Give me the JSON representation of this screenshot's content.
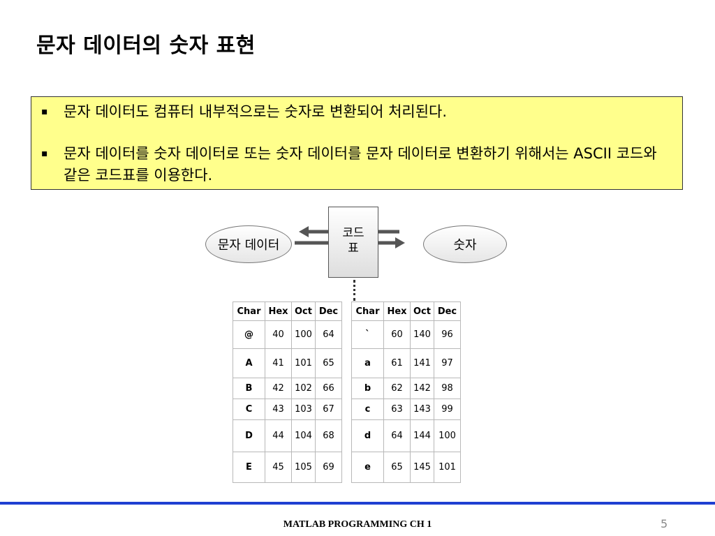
{
  "slide": {
    "title": "문자 데이터의 숫자 표현",
    "bullets": [
      "문자 데이터도 컴퓨터 내부적으로는 숫자로 변환되어 처리된다.",
      "문자 데이터를 숫자 데이터로 또는 숫자 데이터를 문자 데이터로 변환하기 위해서는 ASCII 코드와 같은 코드표를 이용한다."
    ],
    "bullet_mark": "▪"
  },
  "diagram": {
    "left_label": "문자 데이터",
    "center_line1": "코드",
    "center_line2": "표",
    "right_label": "숫자"
  },
  "ascii_table": {
    "headers": [
      "Char",
      "Hex",
      "Oct",
      "Dec"
    ],
    "rows": [
      {
        "left": [
          "@",
          "40",
          "100",
          "64"
        ],
        "right": [
          "`",
          "60",
          "140",
          "96"
        ]
      },
      {
        "left": [
          "A",
          "41",
          "101",
          "65"
        ],
        "right": [
          "a",
          "61",
          "141",
          "97"
        ]
      },
      {
        "left": [
          "B",
          "42",
          "102",
          "66"
        ],
        "right": [
          "b",
          "62",
          "142",
          "98"
        ]
      },
      {
        "left": [
          "C",
          "43",
          "103",
          "67"
        ],
        "right": [
          "c",
          "63",
          "143",
          "99"
        ]
      },
      {
        "left": [
          "D",
          "44",
          "104",
          "68"
        ],
        "right": [
          "d",
          "64",
          "144",
          "100"
        ]
      },
      {
        "left": [
          "E",
          "45",
          "105",
          "69"
        ],
        "right": [
          "e",
          "65",
          "145",
          "101"
        ]
      }
    ]
  },
  "footer": {
    "text": "MATLAB PROGRAMMING CH 1",
    "page": "5",
    "line_color": "#1f3fd1"
  }
}
